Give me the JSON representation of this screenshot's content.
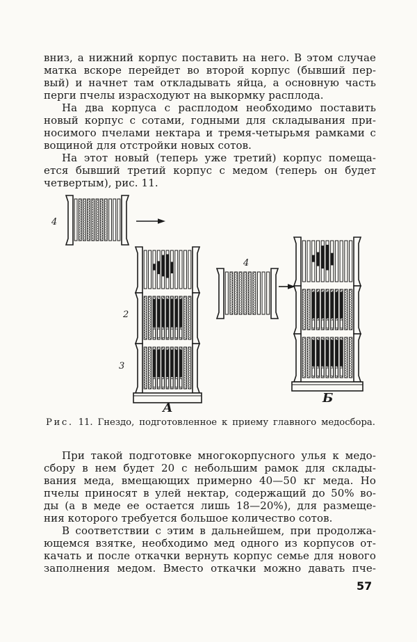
{
  "document": {
    "page_number": "57",
    "top_paragraphs": [
      {
        "lines": [
          "вниз, а нижний корпус поставить на него. В этом случае",
          "матка вскоре перейдет во второй корпус (бывший пер-",
          "вый) и начнет там откладывать яйца, а основную часть",
          "перги пчелы израсходуют на выкормку расплода."
        ]
      },
      {
        "lines": [
          "На два корпуса с расплодом необходимо поставить",
          "новый корпус с сотами, годными для складывания при-",
          "носимого пчелами нектара и тремя-четырьмя рамками с",
          "вощиной для отстройки новых сотов."
        ]
      },
      {
        "lines": [
          "На этот новый (теперь уже третий) корпус помеща-",
          "ется бывший третий корпус с медом (теперь он будет",
          "четвертым), рис. 11."
        ]
      }
    ],
    "bottom_paragraphs": [
      {
        "lines": [
          "При такой подготовке многокорпусного улья к медо-",
          "сбору в нем будет 20 с небольшим рамок для склады-",
          "вания меда, вмещающих примерно 40—50 кг меда. Но",
          "пчелы приносят в улей нектар, содержащий до 50% во-",
          "ды (а в меде ее остается лишь 18—20%), для размеще-",
          "ния которого требуется большое количество сотов."
        ]
      },
      {
        "lines": [
          "В соответствии с этим в дальнейшем, при продолжа-",
          "ющемся взятке, необходимо мед одного из корпусов от-",
          "качать и после откачки вернуть корпус семье для нового",
          "заполнения медом. Вместо откачки можно давать пче-"
        ]
      }
    ]
  },
  "figure": {
    "caption_label": "Рис.",
    "caption_number": "11.",
    "caption_text": "Гнездо, подготовленное к приему главного медосбора.",
    "labels": {
      "top_box": "4",
      "middle_box": "4",
      "body2": "2",
      "body3": "3",
      "stack_left": "А",
      "stack_right": "Б"
    },
    "ink_color": "#1b1b1b",
    "paper_color": "#fbfaf6"
  }
}
